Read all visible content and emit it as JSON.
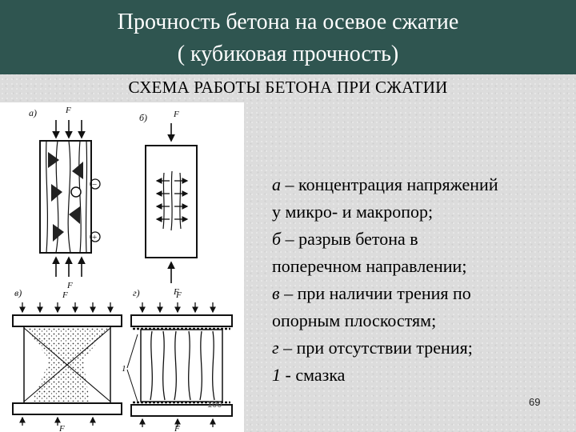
{
  "slide": {
    "title_line1": "Прочность бетона на осевое сжатие",
    "title_line2": "( кубиковая прочность)",
    "subtitle": "СХЕМА РАБОТЫ БЕТОНА ПРИ СЖАТИИ",
    "page_number": "69",
    "scan_number": "100"
  },
  "figure": {
    "panel_a_label": "а)",
    "panel_b_label": "б)",
    "panel_v_label": "в)",
    "panel_g_label": "г)",
    "force_label": "F",
    "minus_sign": "−",
    "plus_sign": "+",
    "marker_label": "1"
  },
  "legend": {
    "a_key": "а",
    "a_line1_text": " – концентрация напряжений",
    "a_line2": "у микро- и макропор;",
    "b_key": "б",
    "b_line1_text": " – разрыв бетона в",
    "b_line2": "поперечном направлении;",
    "v_key": "в",
    "v_line1_text": " – при наличии трения по",
    "v_line2": "опорным плоскостям;",
    "g_key": "г",
    "g_line1_text": " – при отсутствии трения;",
    "one_key": "1",
    "one_text": " - смазка"
  }
}
